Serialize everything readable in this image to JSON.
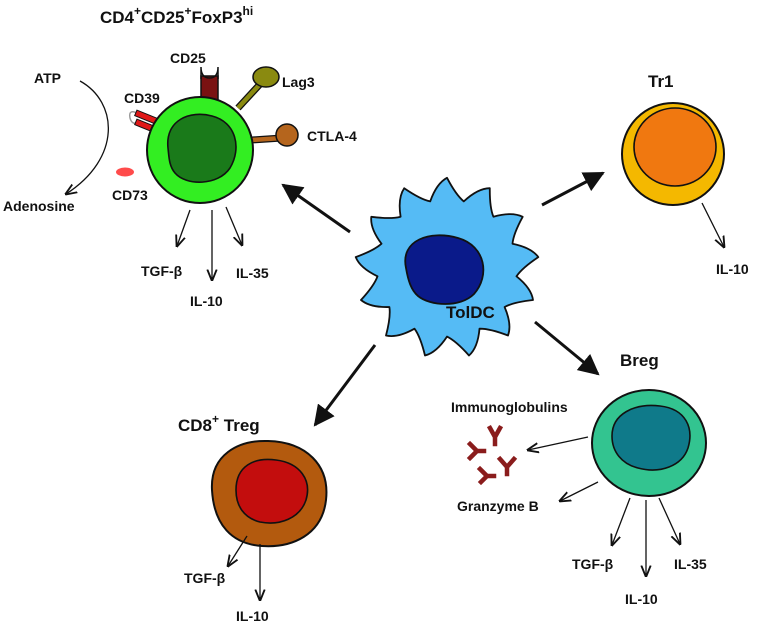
{
  "treg": {
    "title_a": "CD4",
    "sup_a": "+",
    "title_b": "CD25",
    "sup_b": "+",
    "title_c": "FoxP3",
    "sup_c": "hi",
    "markers": [
      "CD25",
      "Lag3",
      "CD39",
      "CTLA-4",
      "CD73"
    ],
    "atp": "ATP",
    "adenosine": "Adenosine",
    "outputs": [
      "TGF-β",
      "IL-10",
      "IL-35"
    ]
  },
  "toldc": {
    "label": "TolDC"
  },
  "tr1": {
    "label": "Tr1",
    "outputs": [
      "IL-10"
    ]
  },
  "cd8": {
    "label_a": "CD8",
    "sup": "+",
    "label_b": " Treg",
    "outputs": [
      "TGF-β",
      "IL-10"
    ]
  },
  "breg": {
    "label": "Breg",
    "immunoglobulins": "Immunoglobulins",
    "granzyme": "Granzyme B",
    "outputs": [
      "TGF-β",
      "IL-10",
      "IL-35"
    ]
  },
  "colors": {
    "treg_cell": "#33ee22",
    "treg_nucleus": "#1a7a1a",
    "toldc_cell": "#55bbf5",
    "toldc_nucleus": "#0a1a8a",
    "tr1_cell": "#f4b800",
    "tr1_nucleus": "#f07810",
    "cd8_cell": "#b35a0e",
    "cd8_nucleus": "#c30d0d",
    "breg_cell": "#33c490",
    "breg_nucleus": "#0f7a8a",
    "cd25": "#7a1212",
    "lag3": "#8a8a10",
    "ctla4": "#b5651d",
    "cd39": "#e01818",
    "cd73": "#ff4b4b",
    "antibody": "#8a1c1c"
  }
}
